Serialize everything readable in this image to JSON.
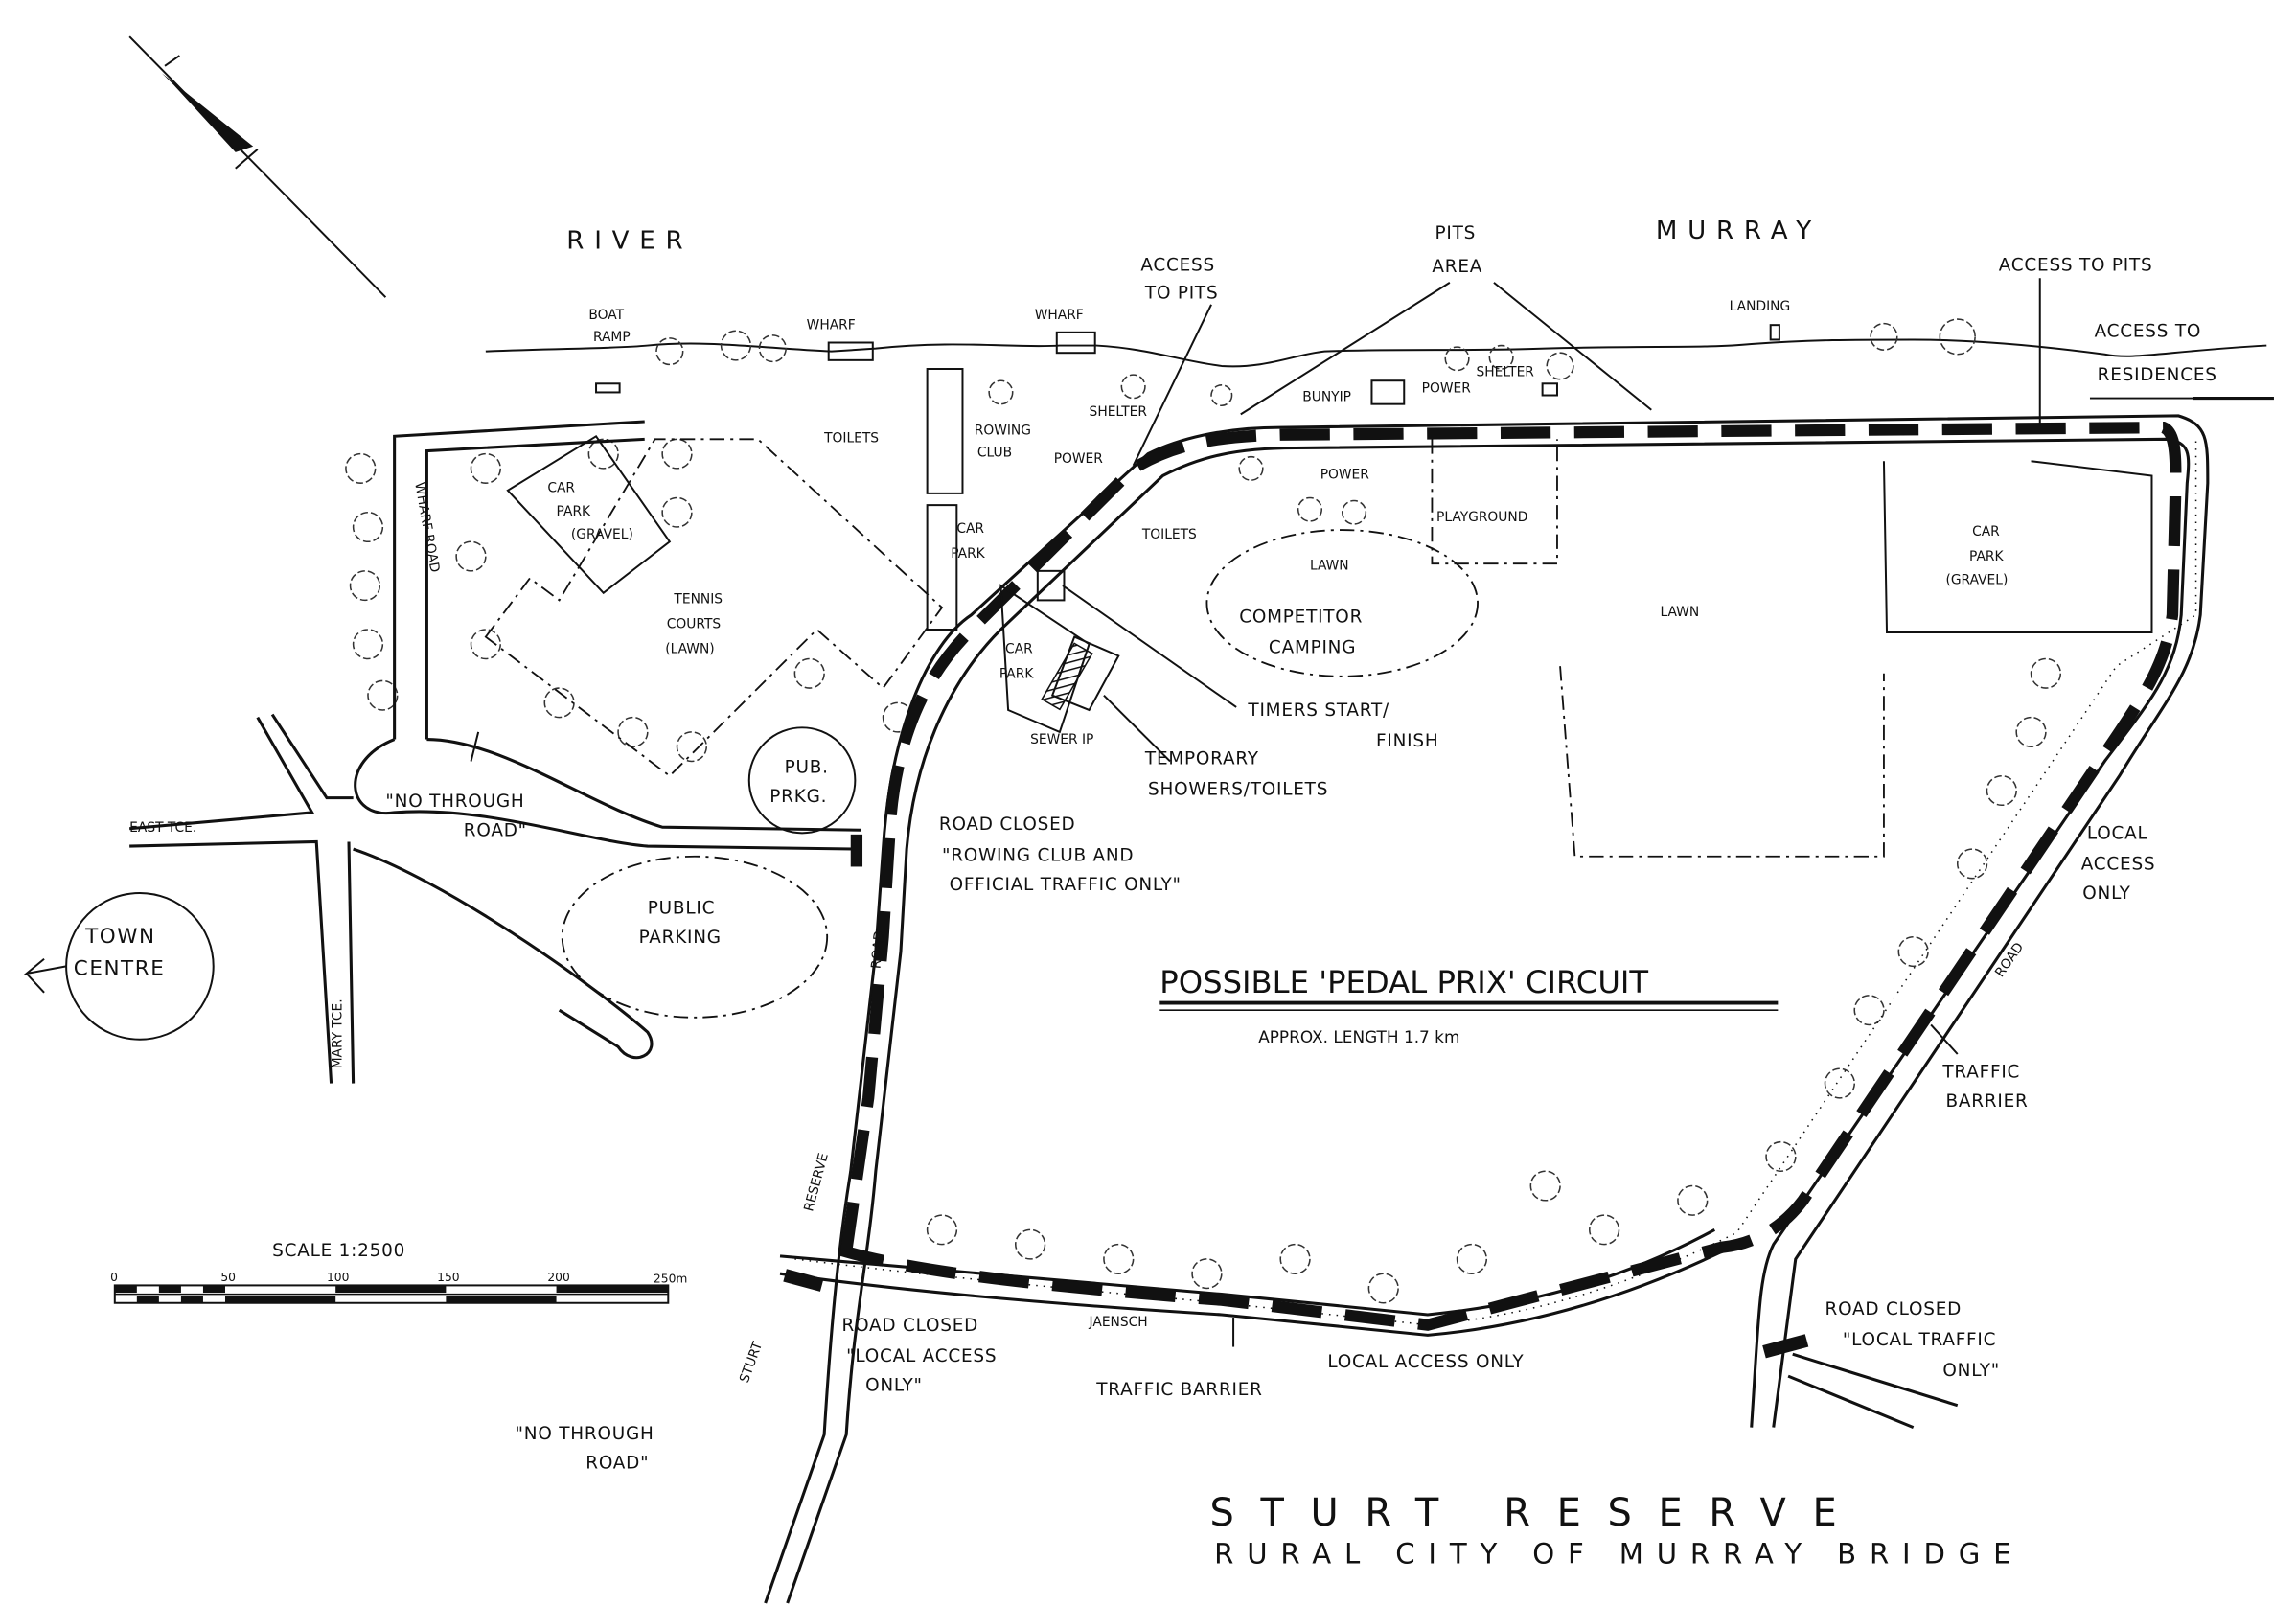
{
  "title": "STURT RESERVE",
  "subtitle": "RURAL CITY OF MURRAY BRIDGE",
  "circuit": {
    "title": "POSSIBLE 'PEDAL PRIX' CIRCUIT",
    "length": "APPROX. LENGTH 1.7 km"
  },
  "river": {
    "word1": "RIVER",
    "word2": "MURRAY"
  },
  "labels": {
    "boat_ramp_1": "BOAT",
    "boat_ramp_2": "RAMP",
    "wharf_1": "WHARF",
    "wharf_2": "WHARF",
    "landing": "LANDING",
    "access_pits_left_1": "ACCESS",
    "access_pits_left_2": "TO PITS",
    "pits_area_1": "PITS",
    "pits_area_2": "AREA",
    "access_pits_right": "ACCESS TO PITS",
    "access_res_1": "ACCESS TO",
    "access_res_2": "RESIDENCES",
    "toilets_1": "TOILETS",
    "toilets_2": "TOILETS",
    "rowing_club_1": "ROWING",
    "rowing_club_2": "CLUB",
    "power_1": "POWER",
    "power_2": "POWER",
    "power_3": "POWER",
    "shelter_1": "SHELTER",
    "shelter_2": "SHELTER",
    "bunyip": "BUNYIP",
    "playground": "PLAYGROUND",
    "lawn_1": "LAWN",
    "lawn_2": "LAWN",
    "competitor_camping_1": "COMPETITOR",
    "competitor_camping_2": "CAMPING",
    "car_park_gravel_left_1": "CAR",
    "car_park_gravel_left_2": "PARK",
    "car_park_gravel_left_3": "(GRAVEL)",
    "car_park_right_1": "CAR",
    "car_park_right_2": "PARK",
    "car_park_right_3": "(GRAVEL)",
    "car_park_a_1": "CAR",
    "car_park_a_2": "PARK",
    "car_park_b_1": "CAR",
    "car_park_b_2": "PARK",
    "tennis_1": "TENNIS",
    "tennis_2": "COURTS",
    "tennis_3": "(LAWN)",
    "wharf_road": "WHARF ROAD",
    "east_tce": "EAST TCE.",
    "mary_tce": "MARY TCE.",
    "town_centre_1": "TOWN",
    "town_centre_2": "CENTRE",
    "no_through_1a": "\"NO THROUGH",
    "no_through_1b": "ROAD\"",
    "no_through_2a": "\"NO THROUGH",
    "no_through_2b": "ROAD\"",
    "pub_prkg_1": "PUB.",
    "pub_prkg_2": "PRKG.",
    "public_parking_1": "PUBLIC",
    "public_parking_2": "PARKING",
    "sewer": "SEWER IP",
    "timers_1": "TIMERS  START/",
    "timers_2": "FINISH",
    "showers_1": "TEMPORARY",
    "showers_2": "SHOWERS/TOILETS",
    "road_closed_rowing_1": "ROAD CLOSED",
    "road_closed_rowing_2": "\"ROWING CLUB AND",
    "road_closed_rowing_3": "OFFICIAL TRAFFIC ONLY\"",
    "road_left": "ROAD",
    "sturt": "STURT",
    "reserve": "RESERVE",
    "road_closed_local_1": "ROAD CLOSED",
    "road_closed_local_2": "\"LOCAL ACCESS",
    "road_closed_local_3": "ONLY\"",
    "jaensch": "JAENSCH",
    "traffic_barrier_bottom": "TRAFFIC BARRIER",
    "local_access_only_bottom": "LOCAL ACCESS ONLY",
    "road_closed_right_1": "ROAD CLOSED",
    "road_closed_right_2": "\"LOCAL TRAFFIC",
    "road_closed_right_3": "ONLY\"",
    "local_access_right_1": "LOCAL",
    "local_access_right_2": "ACCESS",
    "local_access_right_3": "ONLY",
    "road_right": "ROAD",
    "traffic_barrier_right_1": "TRAFFIC",
    "traffic_barrier_right_2": "BARRIER"
  },
  "scale": {
    "label": "SCALE  1:2500",
    "ticks": [
      "0",
      "50",
      "100",
      "150",
      "200",
      "250m"
    ]
  }
}
